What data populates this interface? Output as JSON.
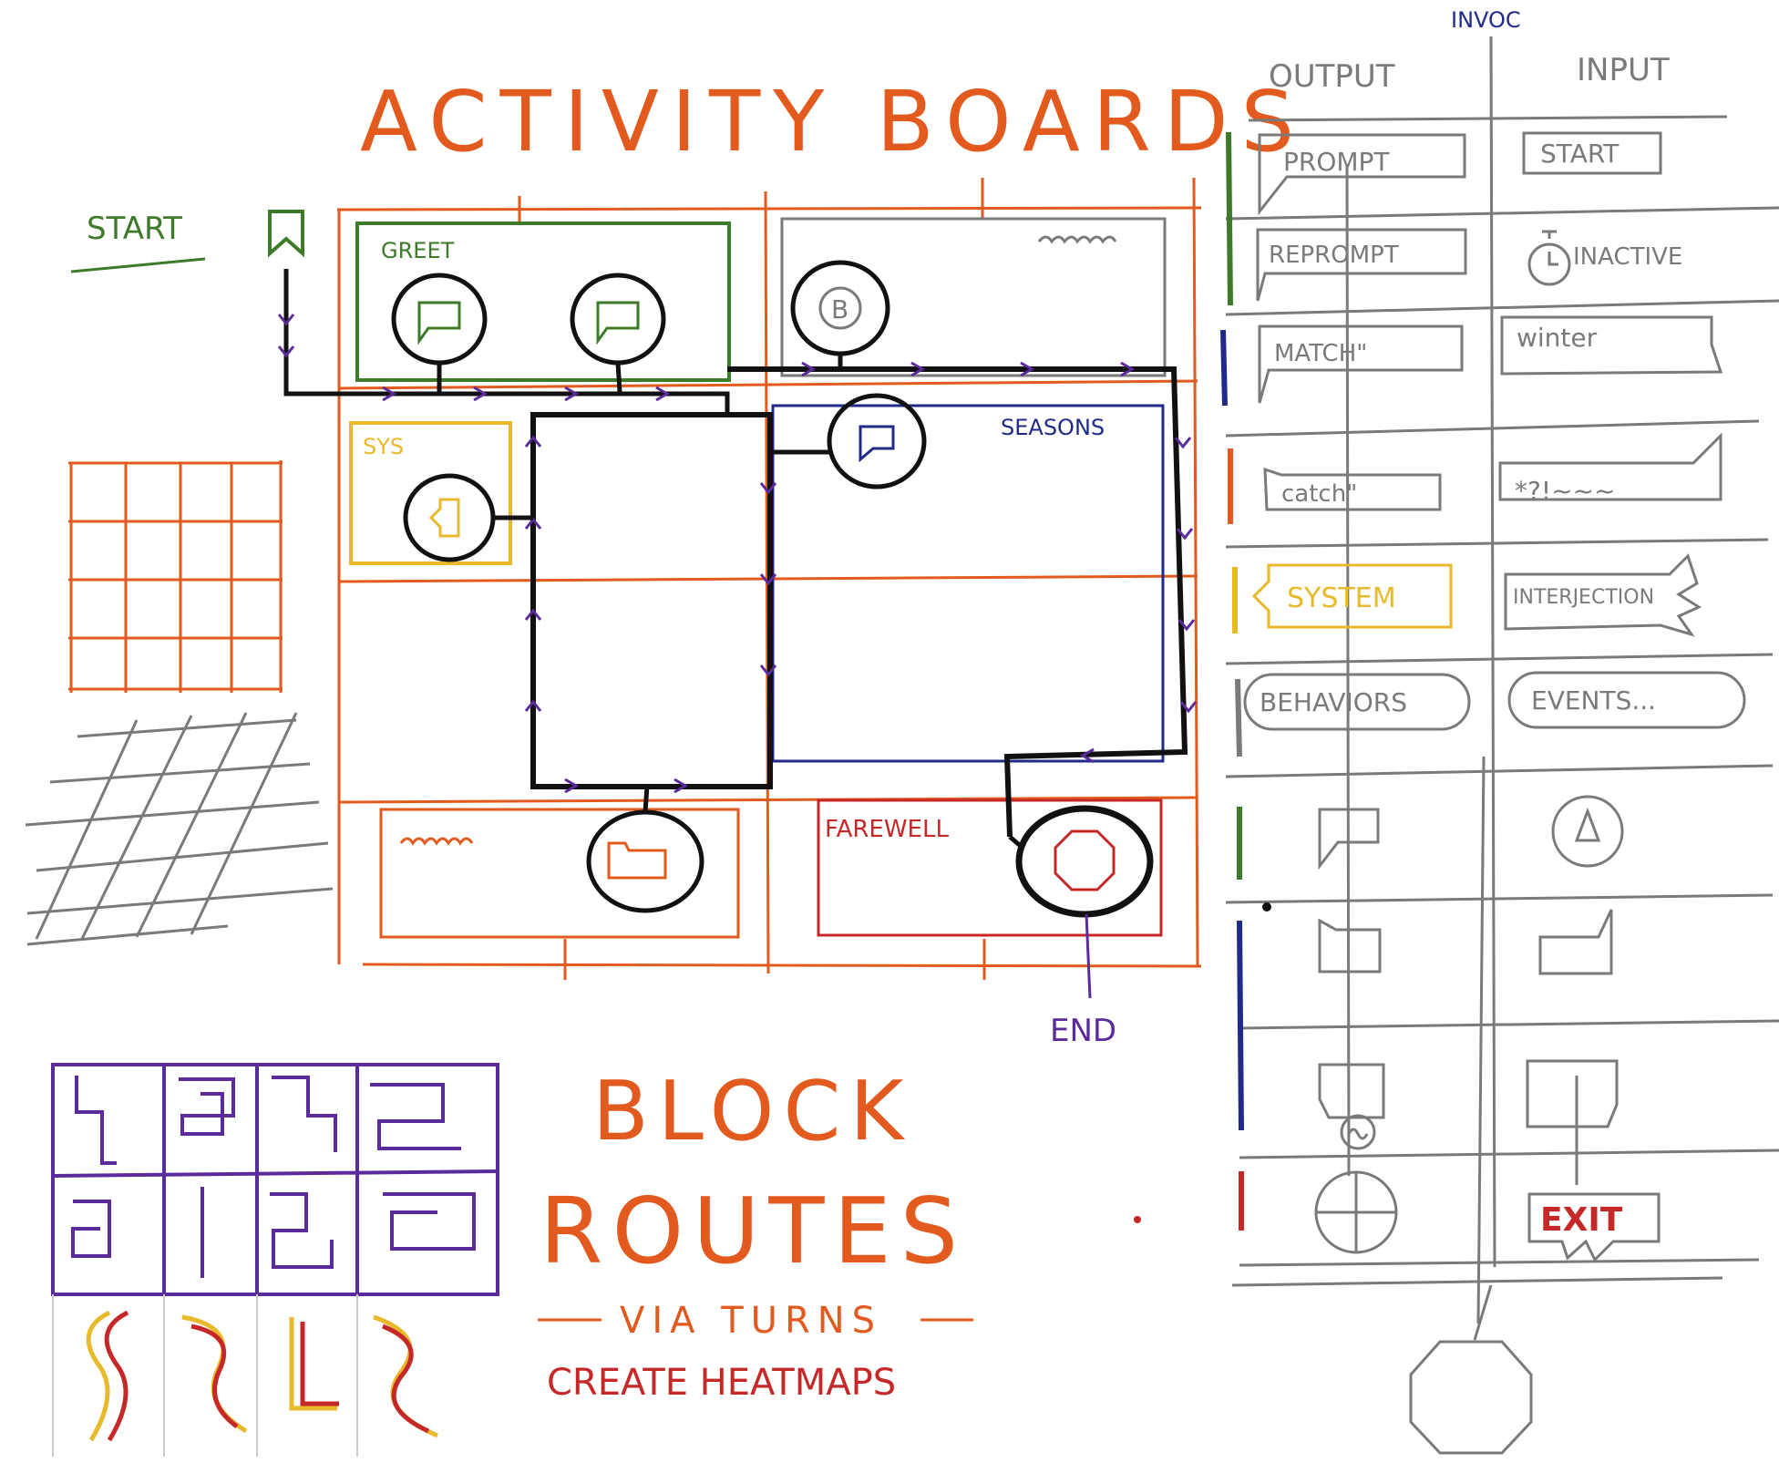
{
  "titles": {
    "activity_boards": "ACTIVITY BOARDS",
    "block_routes_line1": "BLOCK",
    "block_routes_line2": "ROUTES",
    "via_turns": "VIA TURNS",
    "create_heatmaps": "CREATE HEATMAPS"
  },
  "board": {
    "start_label": "START",
    "end_label": "END",
    "greet_label": "GREET",
    "sys_label": "SYS",
    "seasons_label": "SEASONS",
    "farewell_label": "FAREWELL",
    "node_b_letter": "B"
  },
  "legend": {
    "invoc_header": "INVOC",
    "output_header": "OUTPUT",
    "input_header": "INPUT",
    "rows": [
      {
        "output": "PROMPT",
        "input": "START"
      },
      {
        "output": "REPROMPT",
        "input": "INACTIVE"
      },
      {
        "output": "MATCH\"",
        "input": "winter"
      },
      {
        "output": "catch\"",
        "input": "*?!~~~"
      },
      {
        "output": "SYSTEM",
        "input": "INTERJECTION"
      },
      {
        "output": "BEHAVIORS",
        "input": "EVENTS..."
      }
    ],
    "exit_label": "EXIT"
  },
  "colors": {
    "orange": "#e35a1e",
    "green": "#3d7a2a",
    "navy": "#1f2a8a",
    "yellow": "#e8b92a",
    "red": "#c62828",
    "purple": "#5b2a9b",
    "gray": "#7a7a7a",
    "black": "#111111"
  }
}
